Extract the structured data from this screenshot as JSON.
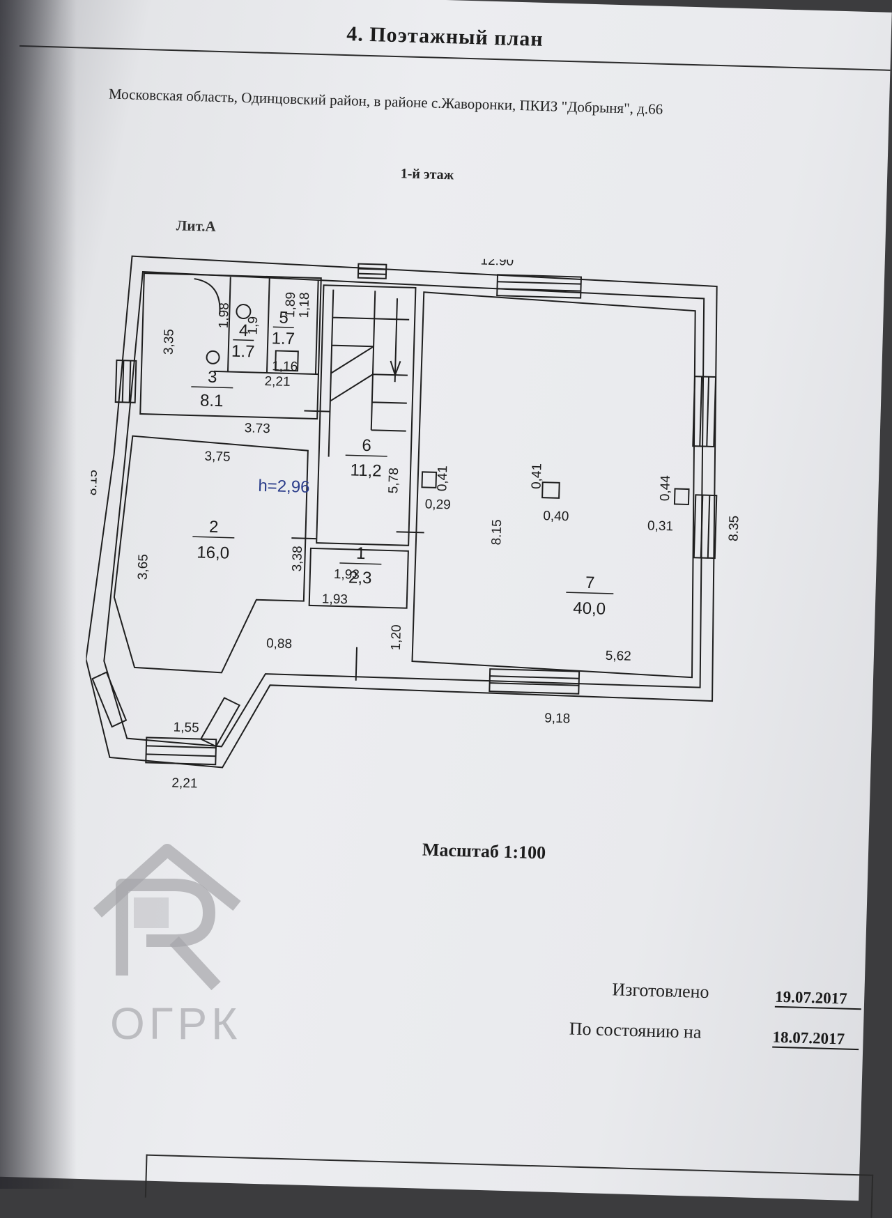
{
  "document": {
    "heading": "4.  Поэтажный  план",
    "address": "Московская область, Одинцовский район, в районе с.Жаворонки, ПКИЗ \"Добрыня\", д.66",
    "floor": "1-й  этаж",
    "building": "Лит.А",
    "scale": "Масштаб 1:100",
    "made_label": "Изготовлено",
    "made_date": "19.07.2017",
    "state_label": "По состоянию на",
    "state_date": "18.07.2017",
    "watermark_text": "ОГРК"
  },
  "plan": {
    "ceiling_height": "h=2,96",
    "rooms": [
      {
        "number": "1",
        "area": "2,3"
      },
      {
        "number": "2",
        "area": "16,0"
      },
      {
        "number": "3",
        "area": "8.1"
      },
      {
        "number": "4",
        "area": "1.7"
      },
      {
        "number": "5",
        "area": "1.7"
      },
      {
        "number": "6",
        "area": "11,2"
      },
      {
        "number": "7",
        "area": "40,0"
      }
    ],
    "dimensions": {
      "top_total": "12.90",
      "left_total": "8.15",
      "right_total": "8.35",
      "bottom_right": "9,18",
      "bottom_left": "2,21",
      "bay_inner": "1,55",
      "r3_height": "3,35",
      "r3_width": "3.73",
      "r3_sub": "2,21",
      "r4_depth": "1,98",
      "r4_width": "1,9",
      "r5_depth": "1,89",
      "r5_inner": "1,18",
      "r5_width": "1,16",
      "r2_top": "3,75",
      "r2_left": "3,65",
      "r2_right": "3,38",
      "r2_notch": "0,88",
      "r6_height": "5,78",
      "r6_bottom": "1,93",
      "r1_top": "1,93",
      "r1_height": "1,20",
      "col_a_h": "0,41",
      "col_a_w": "0,29",
      "col_b_h": "0,41",
      "col_b_w": "0,40",
      "col_c_h": "0,44",
      "col_c_w": "0,31",
      "r7_height": "8.15",
      "r7_bottom": "5,62"
    }
  }
}
